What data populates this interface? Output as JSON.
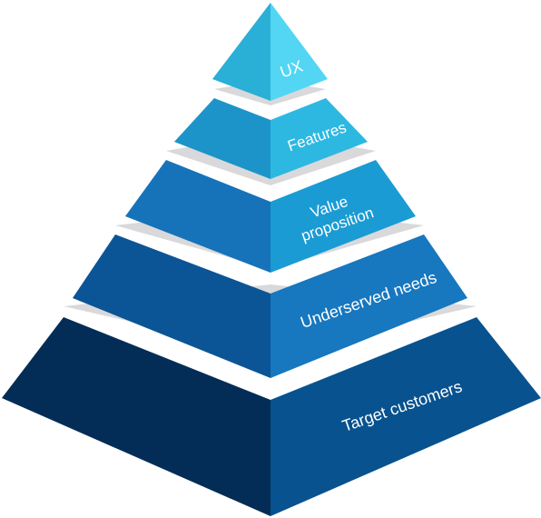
{
  "pyramid": {
    "tiers": [
      {
        "label": "UX",
        "left_color": "#2aafd6",
        "right_color": "#52d6f3",
        "gap_color": "#d9d9db"
      },
      {
        "label": "Features",
        "left_color": "#1c94c9",
        "right_color": "#2db8e2",
        "gap_color": "#d9d9db"
      },
      {
        "label_lines": [
          "Value",
          "proposition"
        ],
        "left_color": "#1673ba",
        "right_color": "#1a9bd4",
        "gap_color": "#d9d9db"
      },
      {
        "label": "Underserved needs",
        "left_color": "#0b5596",
        "right_color": "#1777bf",
        "gap_color": "#d9d9db"
      },
      {
        "label": "Target customers",
        "left_color": "#032d56",
        "right_color": "#07528f",
        "gap_color": "#d9d9db"
      }
    ]
  }
}
